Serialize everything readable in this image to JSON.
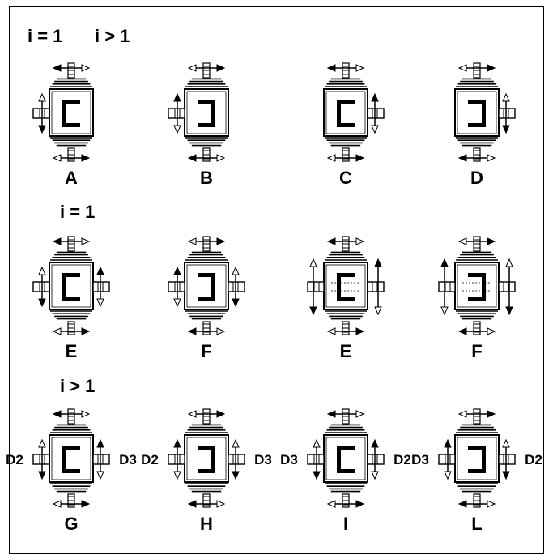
{
  "headers": {
    "row1": [
      "i = 1",
      "i > 1"
    ],
    "row2": "i = 1",
    "row3": "i > 1"
  },
  "units": [
    {
      "label": "A",
      "glyph": "C"
    },
    {
      "label": "B",
      "glyph": "Cr"
    },
    {
      "label": "C",
      "glyph": "C"
    },
    {
      "label": "D",
      "glyph": "Cr"
    },
    {
      "label": "E",
      "glyph": "C"
    },
    {
      "label": "F",
      "glyph": "Cr"
    },
    {
      "label": "E",
      "glyph": "C"
    },
    {
      "label": "F",
      "glyph": "Cr"
    },
    {
      "label": "G",
      "glyph": "B",
      "left_tag": "D2",
      "right_tag": "D3"
    },
    {
      "label": "H",
      "glyph": "Br",
      "left_tag": "D2",
      "right_tag": "D3"
    },
    {
      "label": "I",
      "glyph": "B",
      "left_tag": "D3",
      "right_tag": "D2"
    },
    {
      "label": "L",
      "glyph": "Br",
      "left_tag": "D3",
      "right_tag": "D2"
    }
  ],
  "colors": {
    "ink": "#000000",
    "paper": "#ffffff"
  }
}
